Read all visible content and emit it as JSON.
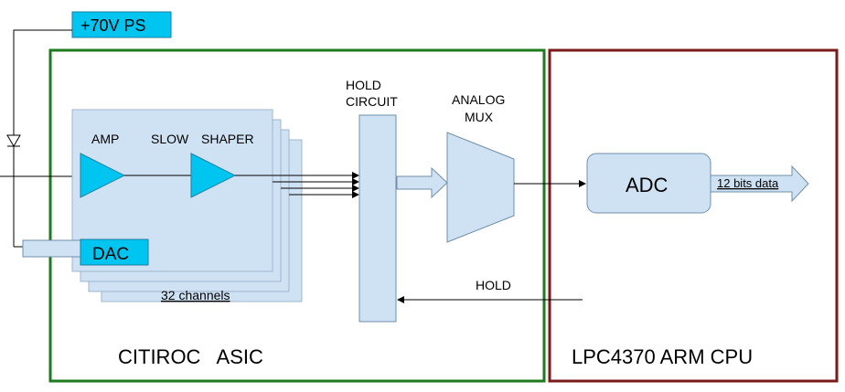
{
  "labels": {
    "power_supply": "+70V PS",
    "amp": "AMP",
    "slow": "SLOW",
    "shaper": "SHAPER",
    "dac": "DAC",
    "channels": "32 channels",
    "hold_circuit_line1": "HOLD",
    "hold_circuit_line2": "CIRCUIT",
    "analog_mux_line1": "ANALOG",
    "analog_mux_line2": "MUX",
    "adc": "ADC",
    "bits_data": "12 bits data",
    "hold": "HOLD",
    "asic_block": "CITIROC   ASIC",
    "cpu_block": "LPC4370 ARM CPU"
  },
  "colors": {
    "asic_border": "#1f7a1f",
    "cpu_border": "#7a1a1a",
    "block_fill": "#cfe2f3",
    "block_stroke": "#6f8fa8",
    "highlight_fill": "#00c5f0",
    "highlight_stroke": "#1d7fa0",
    "triangle_fill": "#00c5f0"
  }
}
